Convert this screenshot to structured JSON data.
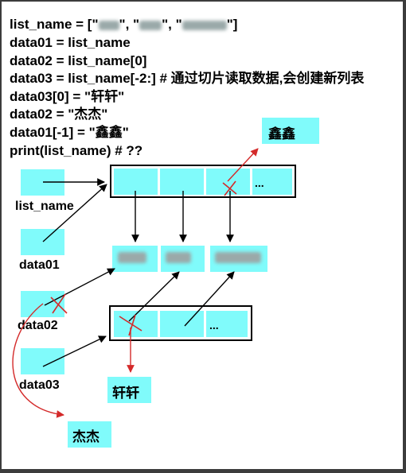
{
  "code_lines": [
    "list_name = [\"",
    "data01 = list_name",
    "data02 = list_name[0]",
    "data03 = list_name[-2:] # 通过切片读取数据,会创建新列表",
    "data03[0] = \"轩轩\"",
    "data02 = \"杰杰\"",
    "data01[-1] = \"鑫鑫\"",
    "print(list_name) # ??"
  ],
  "line0_parts": [
    "list_name = [\"",
    "\", \"",
    "\", \"",
    "\"]"
  ],
  "labels": {
    "list_name": "list_name",
    "data01": "data01",
    "data02": "data02",
    "data03": "data03"
  },
  "values": {
    "xinxin": "鑫鑫",
    "xuanxuan": "轩轩",
    "jiejie": "杰杰",
    "ellipsis_1": "...",
    "ellipsis_2": "..."
  },
  "colors": {
    "cyan_box": "#80fbfb",
    "arrow_black": "#000000",
    "arrow_red": "#d42a2a",
    "background": "#ffffff"
  }
}
